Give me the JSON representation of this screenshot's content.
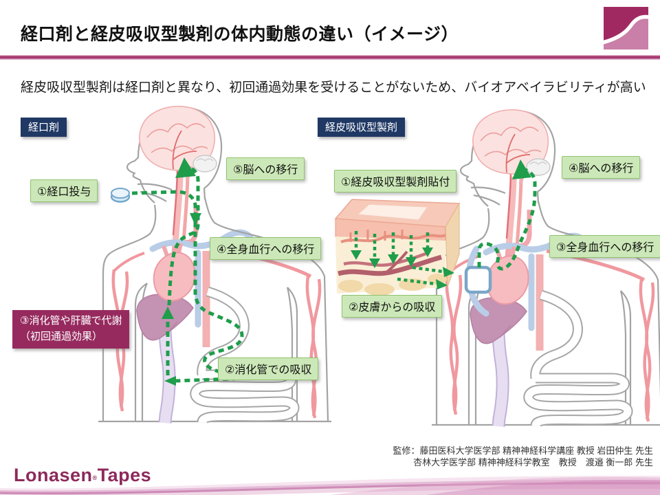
{
  "slide": {
    "title": "経口剤と経皮吸収型製剤の体内動態の違い（イメージ）",
    "subtitle": "経皮吸収型製剤は経口剤と異なり、初回通過効果を受けることがないため、バイオアベイラビリティが高い",
    "supervision_line1": "監修：藤田医科大学医学部 精神神経科学講座 教授 岩田仲生 先生",
    "supervision_line2": "杏林大学医学部 精神神経科学教室　教授　渡邉 衡一郎 先生"
  },
  "brand": {
    "logo_word1": "Lonasen",
    "logo_reg": "®",
    "logo_word2": "Tapes"
  },
  "oral": {
    "tag": "経口剤",
    "steps": [
      {
        "label": "①経口投与"
      },
      {
        "label": "②消化管での吸収"
      },
      {
        "label": "③消化管や肝臓で代謝",
        "label2": "（初回通過効果）"
      },
      {
        "label": "④全身血行への移行"
      },
      {
        "label": "⑤脳への移行"
      }
    ]
  },
  "transdermal": {
    "tag": "経皮吸収型製剤",
    "steps": [
      {
        "label": "①経皮吸収型製剤貼付"
      },
      {
        "label": "②皮膚からの吸収"
      },
      {
        "label": "③全身血行への移行"
      },
      {
        "label": "④脳への移行"
      }
    ]
  },
  "colors": {
    "navy": "#1f3864",
    "magenta_box": "#962a5e",
    "green_label_bg": "#cce8b8",
    "green_label_border": "#8fc36f",
    "green_arrow": "#1f9d4b",
    "brand_magenta": "#8d2a5b",
    "rule_pink": "#9c3268"
  }
}
